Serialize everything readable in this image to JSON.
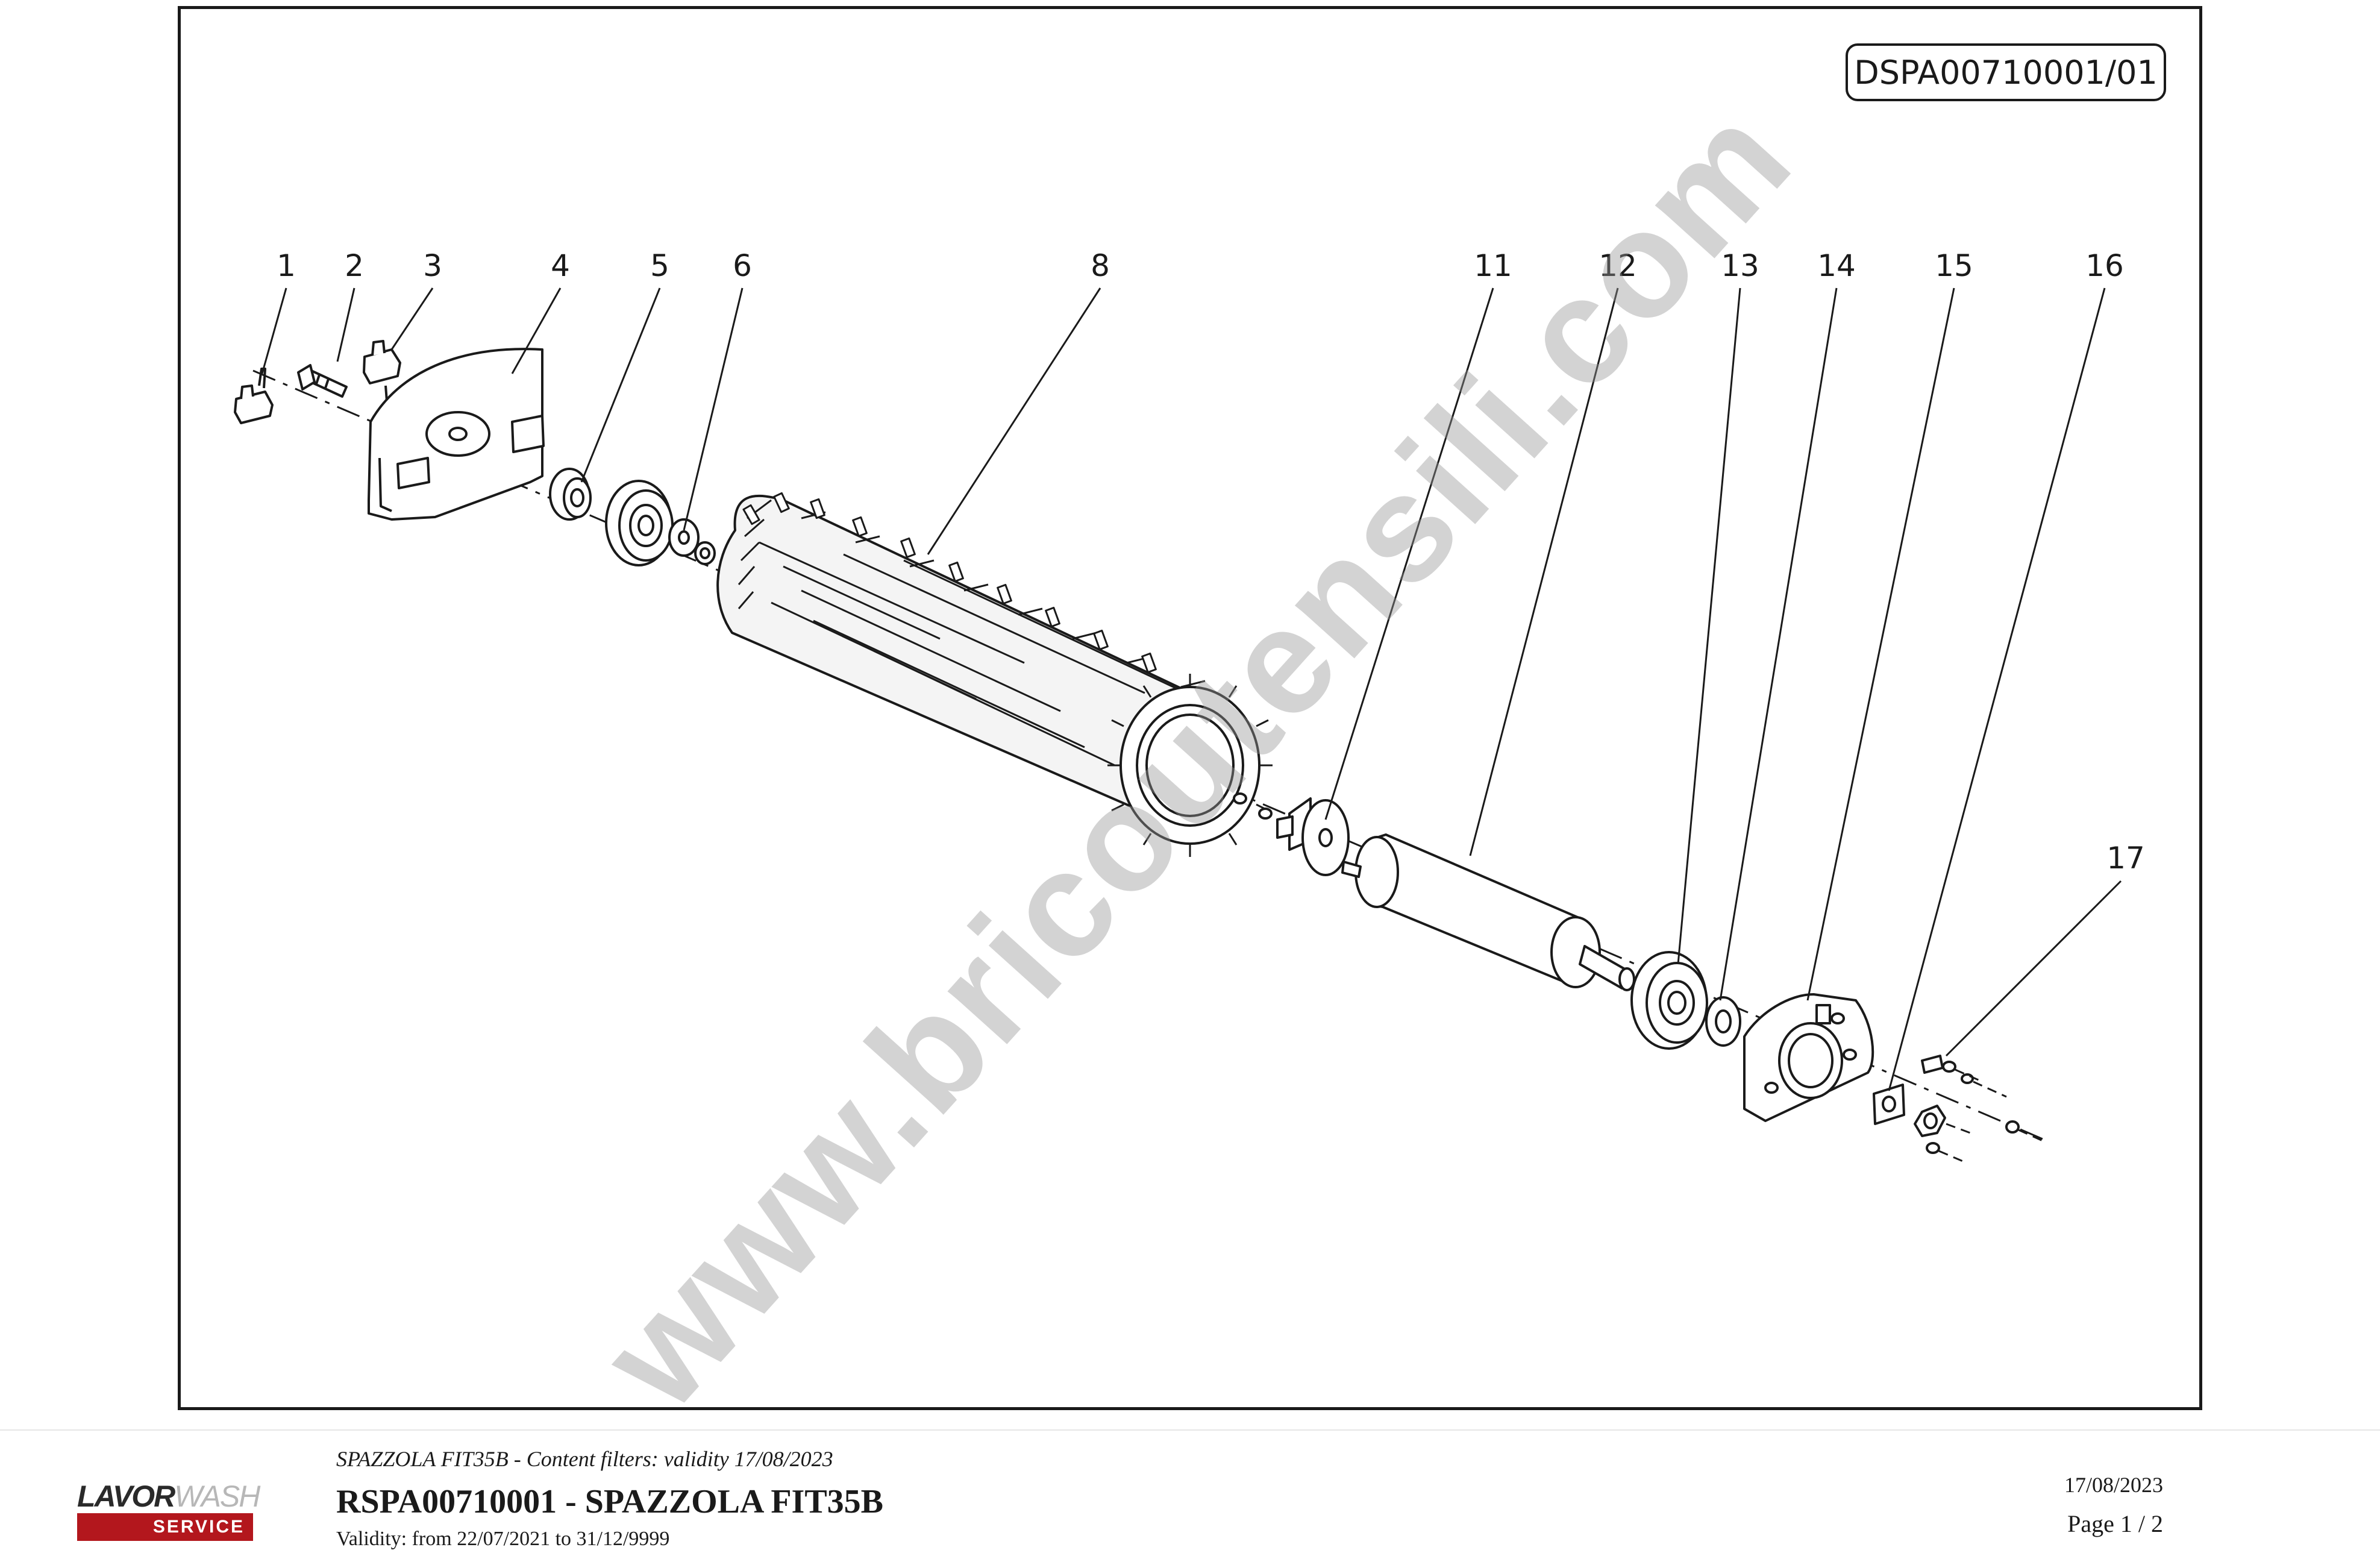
{
  "drawing": {
    "code": "DSPA00710001/01",
    "callouts": [
      "1",
      "2",
      "3",
      "4",
      "5",
      "6",
      "8",
      "11",
      "12",
      "13",
      "14",
      "15",
      "16",
      "17"
    ],
    "watermark": "www.bricoutensili.com"
  },
  "footer": {
    "logo_lavor": "LAVOR",
    "logo_wash": "WASH",
    "logo_service": "SERVICE",
    "filter_text": "SPAZZOLA FIT35B - Content filters: validity 17/08/2023",
    "title": "RSPA00710001 - SPAZZOLA FIT35B",
    "validity": "Validity: from 22/07/2021 to 31/12/9999",
    "date": "17/08/2023",
    "page": "Page 1 / 2"
  },
  "colors": {
    "line": "#1a1a1a",
    "brand_red": "#b3171d",
    "watermark": "#969696"
  }
}
